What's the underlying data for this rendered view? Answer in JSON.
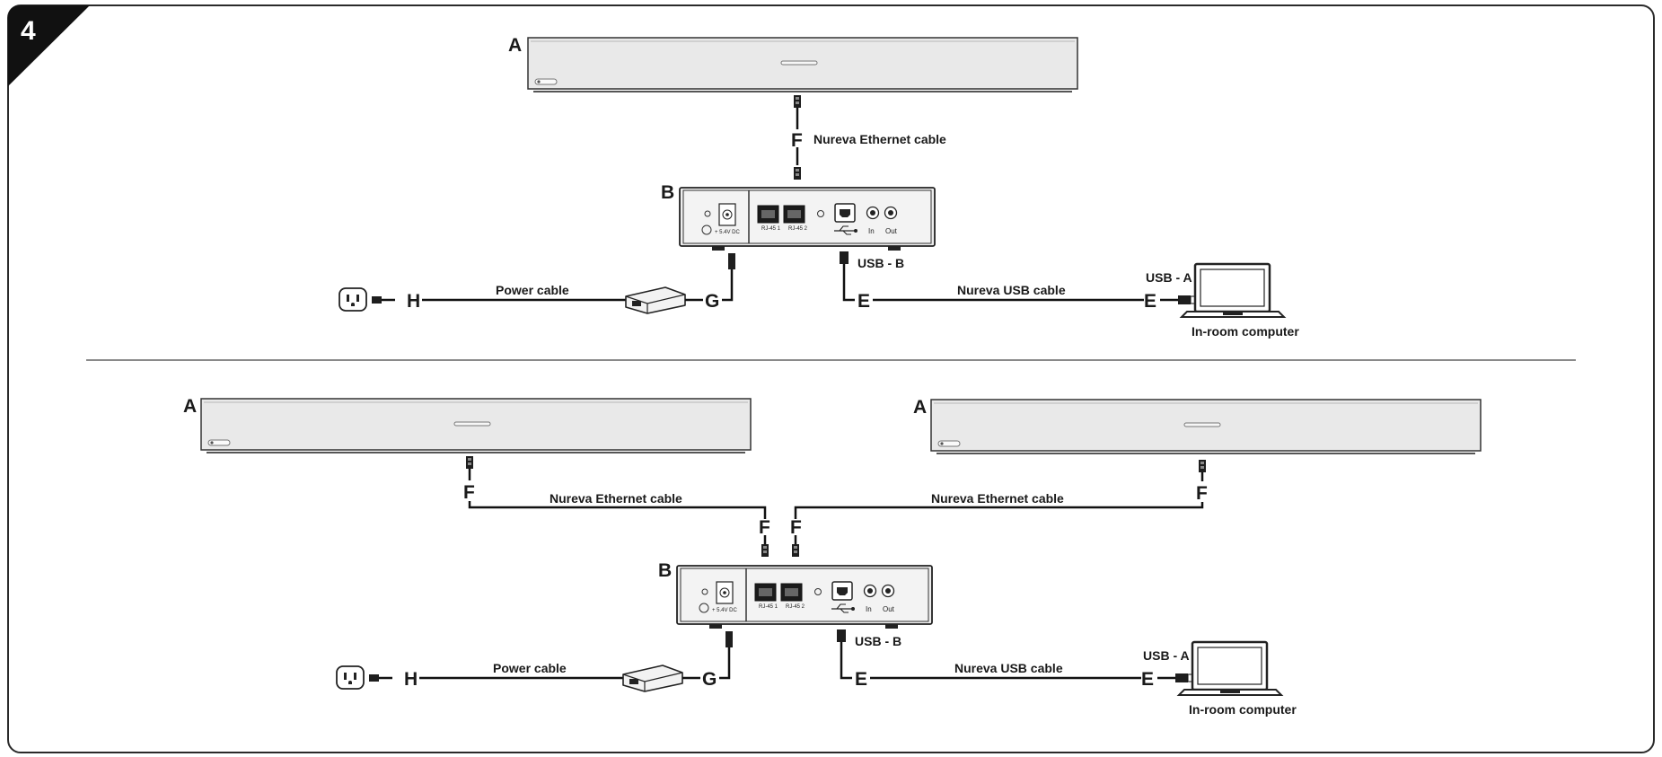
{
  "step_number": "4",
  "top": {
    "bar_label": "A",
    "hub_label": "B",
    "ethernet_letter": "F",
    "ethernet_caption": "Nureva Ethernet cable",
    "power_letter_h": "H",
    "power_caption": "Power cable",
    "power_letter_g": "G",
    "usb_b_caption": "USB - B",
    "usb_letter_left": "E",
    "usb_caption": "Nureva USB cable",
    "usb_letter_right": "E",
    "usb_a_caption": "USB - A",
    "computer_caption": "In-room computer"
  },
  "bottom": {
    "bar_left_label": "A",
    "bar_right_label": "A",
    "hub_label": "B",
    "eth_left_letter_top": "F",
    "eth_left_caption": "Nureva Ethernet cable",
    "eth_left_letter_bottom": "F",
    "eth_right_letter_bottom": "F",
    "eth_right_caption": "Nureva Ethernet cable",
    "eth_right_letter_top": "F",
    "power_letter_h": "H",
    "power_caption": "Power cable",
    "power_letter_g": "G",
    "usb_b_caption": "USB - B",
    "usb_letter_left": "E",
    "usb_caption": "Nureva USB cable",
    "usb_letter_right": "E",
    "usb_a_caption": "USB - A",
    "computer_caption": "In-room computer"
  },
  "hub_ports": {
    "dc_label": "+ 5.4V DC",
    "rj45_1": "RJ-45 1",
    "rj45_2": "RJ-45 2",
    "audio_in": "In",
    "audio_out": "Out"
  }
}
